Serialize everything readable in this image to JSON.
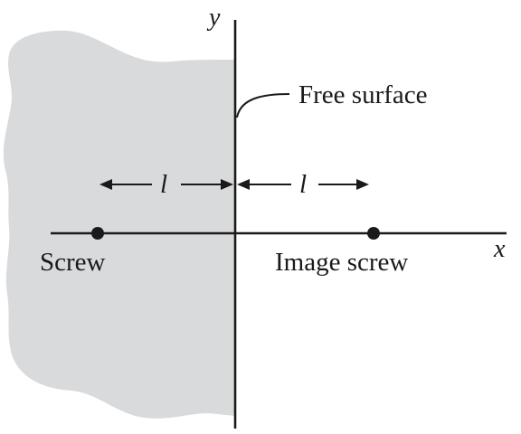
{
  "labels": {
    "y_axis": "y",
    "x_axis": "x",
    "free_surface": "Free surface",
    "screw": "Screw",
    "image_screw": "Image screw",
    "distance_left": "l",
    "distance_right": "l"
  },
  "colors": {
    "material_fill": "#d9dadb",
    "ink": "#1a1a1a",
    "background": "#ffffff"
  }
}
